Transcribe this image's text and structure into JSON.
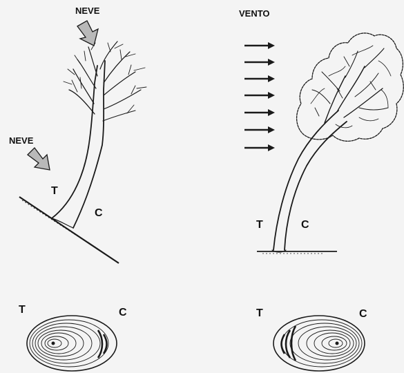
{
  "labels": {
    "snow_top": "NEVE",
    "snow_left": "NEVE",
    "wind": "VENTO",
    "left_tree_t": "T",
    "left_tree_c": "C",
    "right_tree_t": "T",
    "right_tree_c": "C",
    "left_ring_t": "T",
    "left_ring_c": "C",
    "right_ring_t": "T",
    "right_ring_c": "C"
  },
  "colors": {
    "ink": "#1a1a1a",
    "arrow_fill": "#b9b9b9",
    "background": "#f4f4f4"
  }
}
